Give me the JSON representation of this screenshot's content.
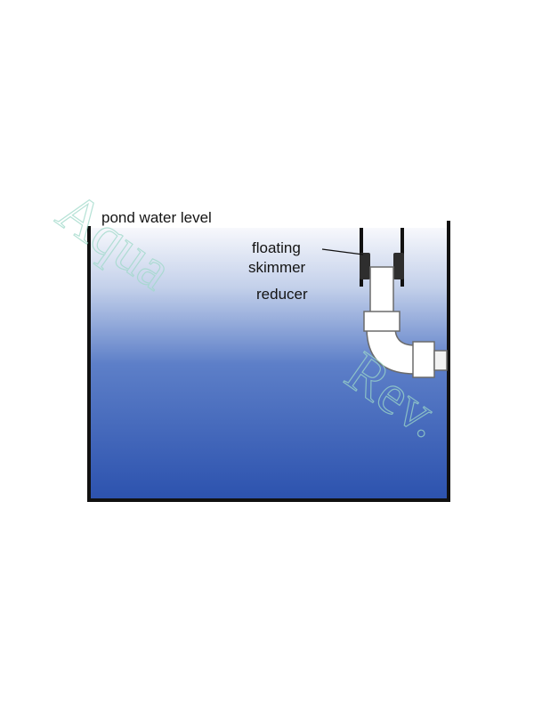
{
  "labels": {
    "water_level": "pond water level",
    "floating": "floating",
    "skimmer": "skimmer",
    "reducer": "reducer"
  },
  "watermark": {
    "word1": "Aqua",
    "word2": "Rev."
  },
  "colors": {
    "water_top": "#f4f6fb",
    "water_bottom": "#2c52ae",
    "wall": "#111111",
    "pipe": "#ffffff",
    "pipe_outline": "#555555",
    "watermark": "#9ed8c8"
  }
}
